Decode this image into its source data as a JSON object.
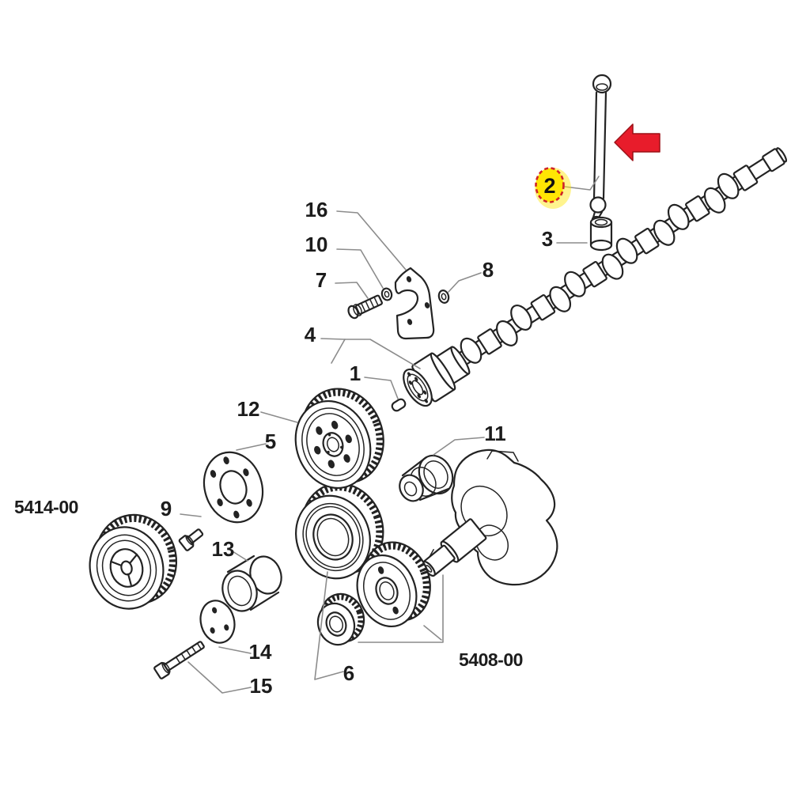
{
  "figure": {
    "kind": "exploded-parts-diagram",
    "subject": "engine timing gears, camshaft and pushrod",
    "background": "#ffffff",
    "ink_color": "#232323",
    "leader_color": "#8c8c8c"
  },
  "labels": {
    "p1": "1",
    "p3": "3",
    "p4": "4",
    "p5": "5",
    "p6": "6",
    "p7": "7",
    "p8": "8",
    "p9": "9",
    "p10": "10",
    "p11": "11",
    "p12": "12",
    "p13": "13",
    "p14": "14",
    "p15": "15",
    "p16": "16",
    "group_left": "5414-00",
    "group_right": "5408-00"
  },
  "highlight": {
    "badge_label": "2",
    "badge_fill": "#ffe604",
    "badge_stroke": "#cf2329",
    "arrow_fill": "#e81c2b",
    "arrow_outline": "#9b1016",
    "arrow_icon": "left-arrow-icon"
  }
}
